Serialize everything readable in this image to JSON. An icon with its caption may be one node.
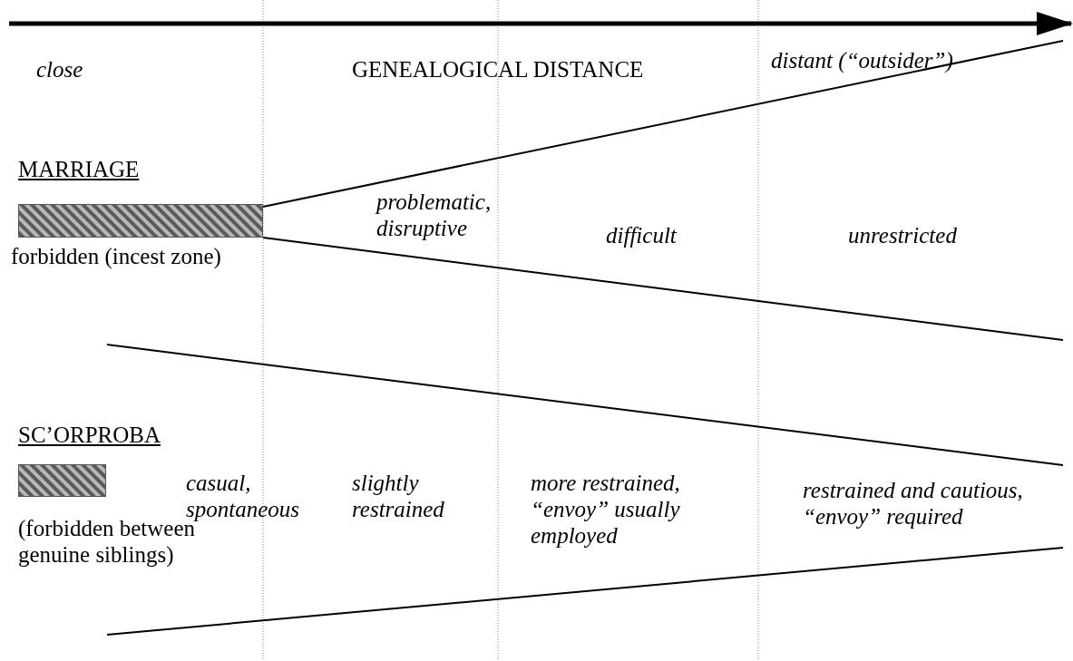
{
  "diagram": {
    "nodes": [
      {
        "text": [],
        "shape": "bar",
        "beside": [
          "forbidden (incest zone)"
        ]
      },
      {
        "text": [],
        "shape": "bar",
        "beside": [
          "(forbidden between genuine siblings)"
        ]
      }
    ],
    "labels": [
      "close",
      "GENEALOGICAL DISTANCE",
      "distant (“outsider”)",
      "MARRIAGE",
      "problematic, disruptive",
      "difficult",
      "unrestricted",
      "SC’ORPROBA",
      "casual, spontaneous",
      "slightly restrained",
      "more restrained, “envoy” usually employed",
      "restrained and cautious, “envoy” required"
    ]
  }
}
